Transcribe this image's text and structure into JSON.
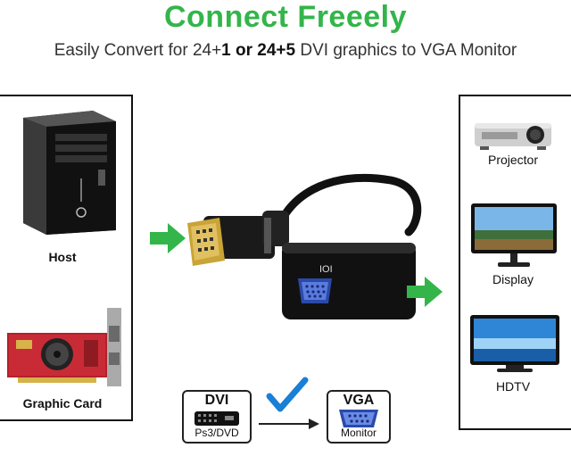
{
  "header": {
    "title": "Connect Freeely",
    "subtitle_prefix": "Easily Convert for 24+",
    "subtitle_mid_bold": "1 or 24+5",
    "subtitle_suffix": "DVI graphics to VGA Monitor"
  },
  "left_panel": {
    "host_label": "Host",
    "graphic_card_label": "Graphic Card"
  },
  "right_panel": {
    "projector_label": "Projector",
    "display_label": "Display",
    "hdtv_label": "HDTV"
  },
  "bottom": {
    "dvi_label": "DVI",
    "dvi_sub": "Ps3/DVD",
    "vga_label": "VGA",
    "vga_sub": "Monitor"
  },
  "colors": {
    "accent_green": "#33b54a",
    "check_blue": "#1a7fd6",
    "panel_border": "#111111"
  }
}
